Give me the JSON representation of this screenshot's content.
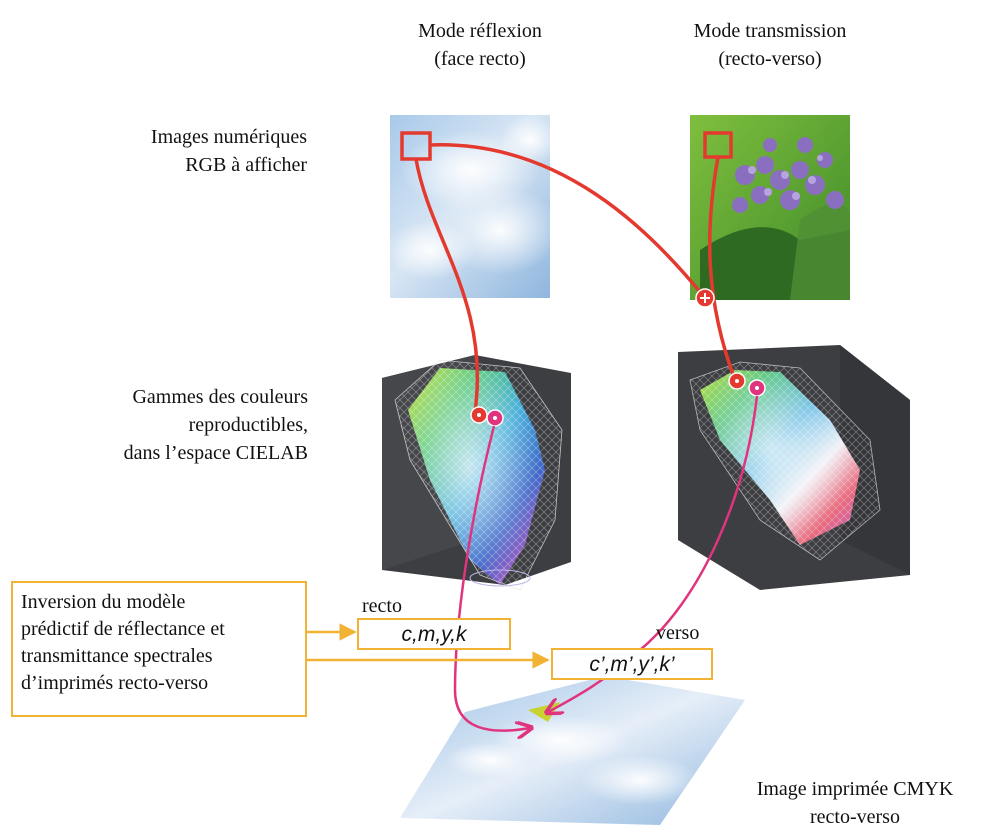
{
  "columns": {
    "reflection": "Mode réflexion\n(face recto)",
    "transmission": "Mode transmission\n(recto-verso)"
  },
  "rows": {
    "rgb_images": "Images numériques\nRGB à afficher",
    "gamuts": "Gammes des couleurs\nreproductibles,\ndans l’espace CIELAB"
  },
  "inversion_box": "Inversion du modèle\nprédictif de réflectance et\ntransmittance spectrales\nd’imprimés recto-verso",
  "recto": {
    "label": "recto",
    "code": "c,m,y,k"
  },
  "verso": {
    "label": "verso",
    "code": "c’,m’,y’,k’"
  },
  "printed_image": "Image imprimée CMYK\nrecto-verso",
  "colors": {
    "red": "#e4392e",
    "magenta": "#e0357e",
    "orange": "#f2b233",
    "dark_cube": "#3d3e42"
  }
}
